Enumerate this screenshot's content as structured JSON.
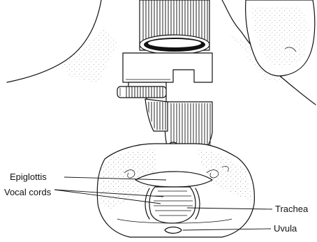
{
  "labels": {
    "epiglottis": "Epiglottis",
    "vocal_cords": "Vocal cords",
    "trachea": "Trachea",
    "uvula": "Uvula"
  }
}
